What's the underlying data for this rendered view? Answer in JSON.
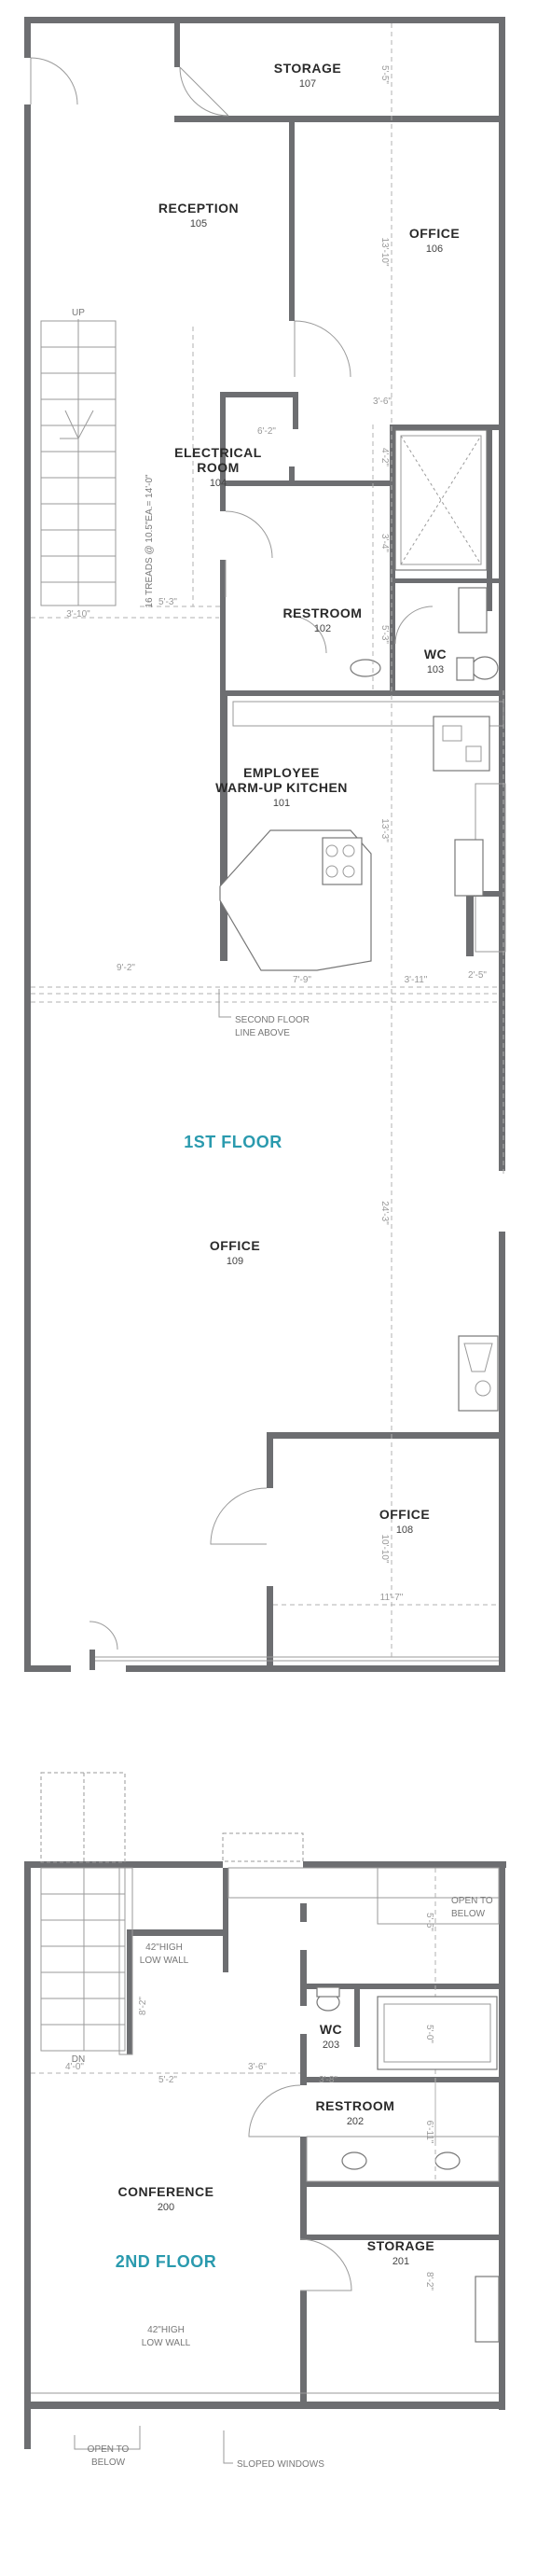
{
  "rooms": {
    "storage_107": {
      "name": "STORAGE",
      "number": "107"
    },
    "reception_105": {
      "name": "RECEPTION",
      "number": "105"
    },
    "office_106": {
      "name": "OFFICE",
      "number": "106"
    },
    "electrical_104": {
      "name_line1": "ELECTRICAL",
      "name_line2": "ROOM",
      "number": "104"
    },
    "restroom_102": {
      "name": "RESTROOM",
      "number": "102"
    },
    "wc_103": {
      "name": "WC",
      "number": "103"
    },
    "kitchen_101": {
      "name_line1": "EMPLOYEE",
      "name_line2": "WARM-UP KITCHEN",
      "number": "101"
    },
    "office_109": {
      "name": "OFFICE",
      "number": "109"
    },
    "office_108": {
      "name": "OFFICE",
      "number": "108"
    },
    "wc_203": {
      "name": "WC",
      "number": "203"
    },
    "restroom_202": {
      "name": "RESTROOM",
      "number": "202"
    },
    "conference_200": {
      "name": "CONFERENCE",
      "number": "200"
    },
    "storage_201": {
      "name": "STORAGE",
      "number": "201"
    }
  },
  "floors": {
    "first": "1ST FLOOR",
    "second": "2ND FLOOR"
  },
  "notes": {
    "up": "UP",
    "dn": "DN",
    "stair_treads": "16 TREADS @ 10.5\"EA.= 14'-0\"",
    "second_floor_line_1": "SECOND FLOOR",
    "second_floor_line_2": "LINE ABOVE",
    "low_wall_a_1": "42\"HIGH",
    "low_wall_a_2": "LOW WALL",
    "low_wall_b_1": "42\"HIGH",
    "low_wall_b_2": "LOW WALL",
    "open_below_top_1": "OPEN TO",
    "open_below_top_2": "BELOW",
    "open_below_bottom_1": "OPEN TO",
    "open_below_bottom_2": "BELOW",
    "sloped_windows": "SLOPED WINDOWS"
  },
  "dimensions": {
    "d1": "5'-5\"",
    "d2": "13'-10\"",
    "d3": "3'-6\"",
    "d4": "6'-2\"",
    "d5": "4'-2\"",
    "d6": "3'-4\"",
    "d7": "5'-3\"",
    "d8": "3'-10\"",
    "d9": "5'-3\"",
    "d10": "13'-3\"",
    "d11": "9'-2\"",
    "d12": "7'-9\"",
    "d13": "3'-11\"",
    "d14": "2'-5\"",
    "d15": "24'-3\"",
    "d16": "10'-10\"",
    "d17": "11'-7\"",
    "d18": "8'-2\"",
    "d19": "4'-0\"",
    "d20": "5'-2\"",
    "d21": "3'-6\"",
    "d22": "3'-8\"",
    "d23": "6'-11\"",
    "d24": "5'-0\"",
    "d25": "8'-2\"",
    "d26": "5'-5\""
  },
  "colors": {
    "wall": "#6d6e71",
    "floor_label": "#2a9aae",
    "text": "#2a2a2a",
    "dimension": "#999999"
  }
}
